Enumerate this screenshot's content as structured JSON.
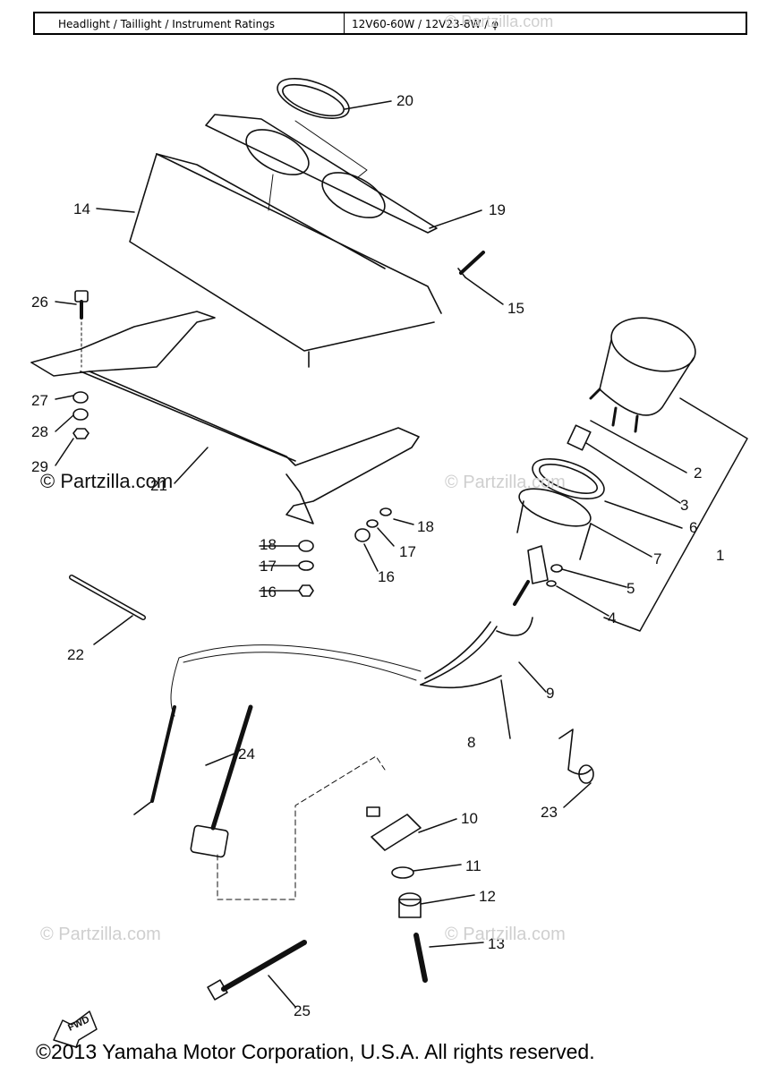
{
  "ratings": {
    "label": "Headlight / Taillight / Instrument Ratings",
    "value": "12V60-60W / 12V23-8W / φ"
  },
  "watermarks": {
    "main": "© Partzilla.com",
    "faint": "© Partzilla.com"
  },
  "fwd_label": "FWD",
  "callouts": [
    "1",
    "2",
    "3",
    "4",
    "5",
    "6",
    "7",
    "8",
    "9",
    "10",
    "11",
    "12",
    "13",
    "14",
    "15",
    "16",
    "16",
    "17",
    "17",
    "18",
    "18",
    "19",
    "20",
    "21",
    "22",
    "23",
    "24",
    "25",
    "26",
    "27",
    "28",
    "29"
  ],
  "copyright": "©2013 Yamaha Motor Corporation, U.S.A. All rights reserved."
}
